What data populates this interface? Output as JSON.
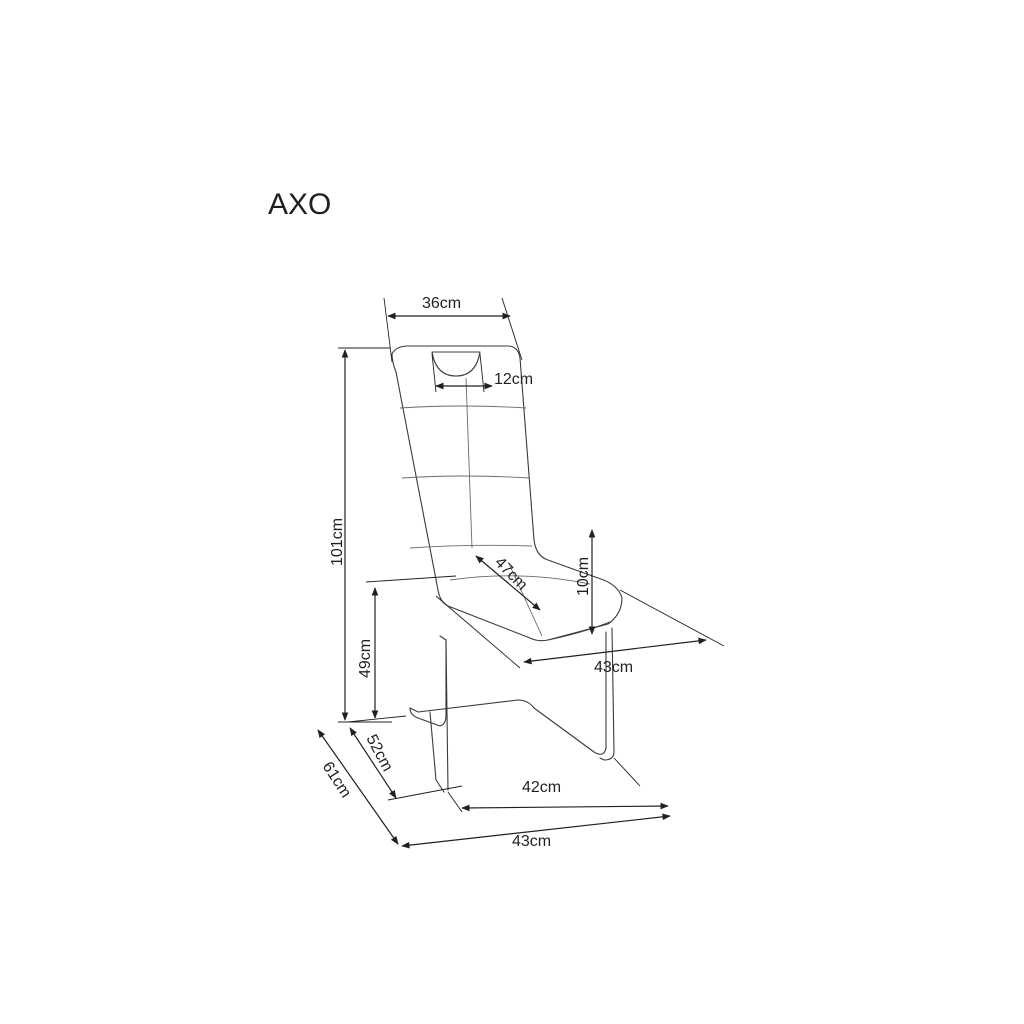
{
  "product": {
    "name": "AXO"
  },
  "dimensions": {
    "back_width": "36cm",
    "handle_width": "12cm",
    "total_height": "101cm",
    "seat_depth": "47cm",
    "seat_thickness": "10cm",
    "seat_width": "43cm",
    "seat_height": "49cm",
    "base_depth": "52cm",
    "base_width": "42cm",
    "total_depth": "61cm",
    "total_width": "43cm"
  },
  "colors": {
    "line": "#231f20",
    "chair": "#3a3a3a",
    "background": "#ffffff"
  }
}
